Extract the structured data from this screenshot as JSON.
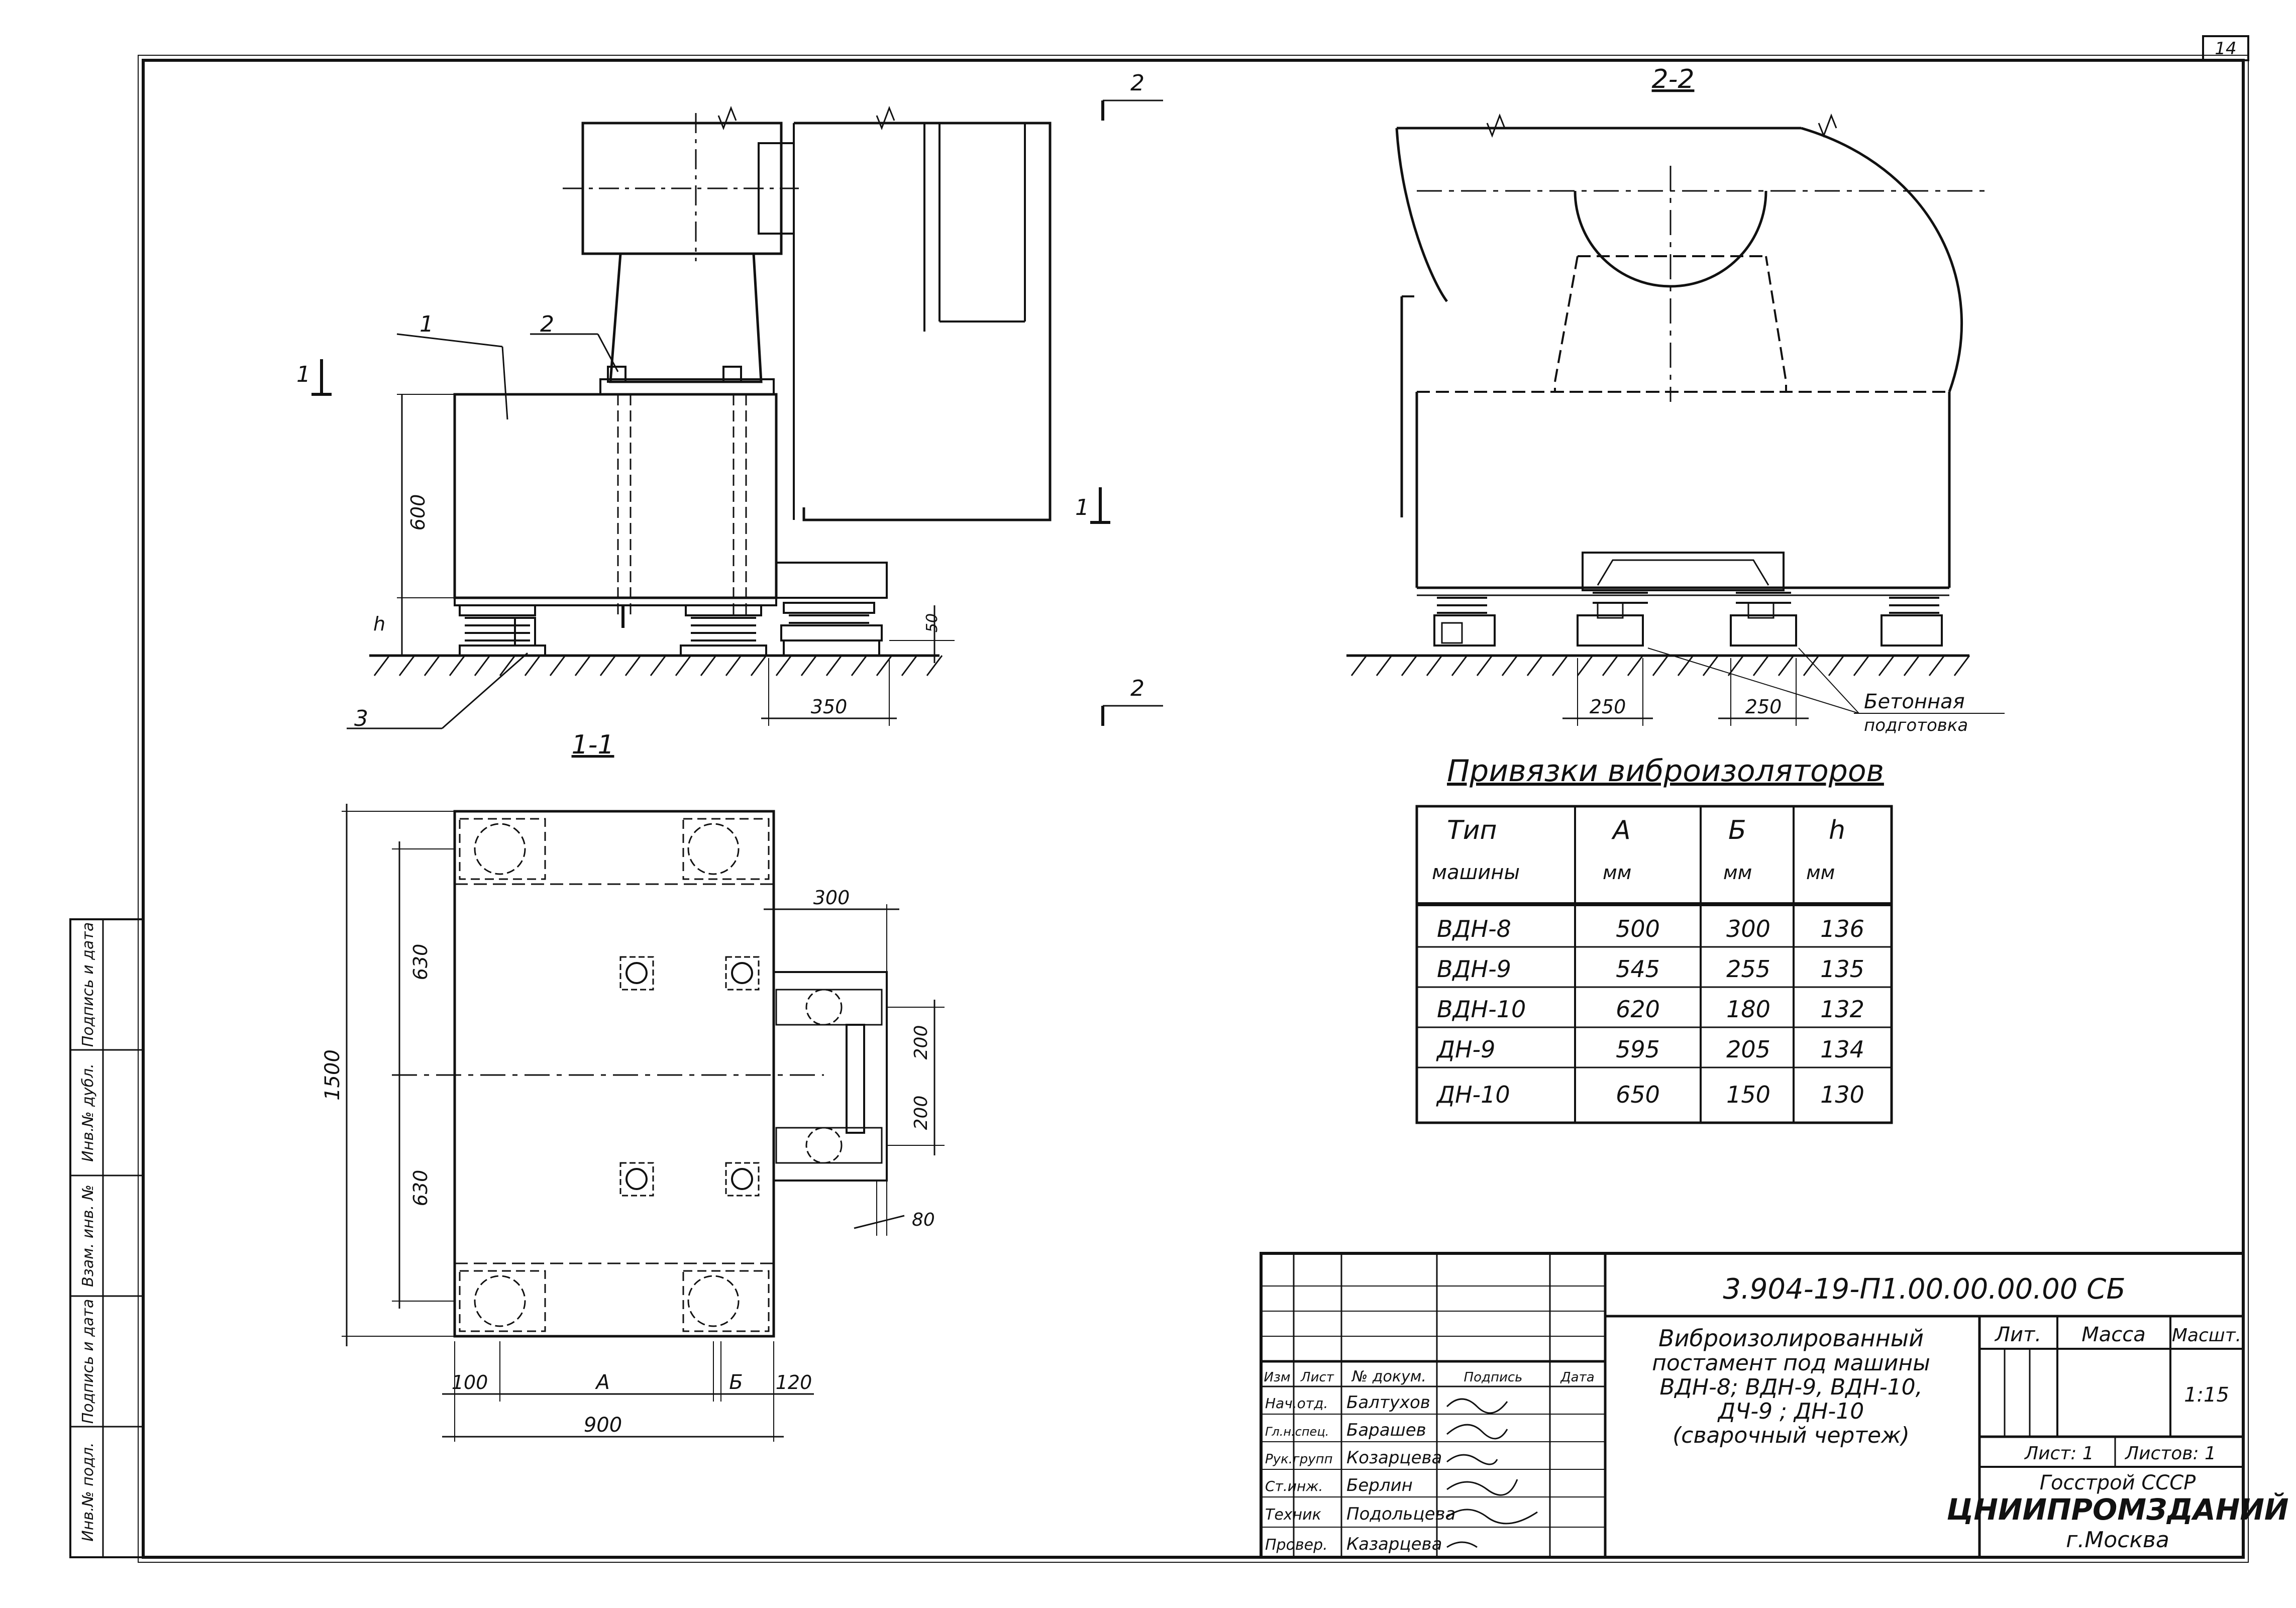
{
  "sheet": {
    "number": "14"
  },
  "views": {
    "side_view": {
      "title": "1-1",
      "callout_1": "1",
      "callout_2": "2",
      "callout_3": "3",
      "cut_mark_1": "1",
      "cut_mark_2_top": "2",
      "cut_mark_2_bottom": "2",
      "dim_height": "600",
      "dim_h": "h",
      "dim_350": "350",
      "dim_50": "50"
    },
    "section_view": {
      "title": "2-2",
      "cut_mark": "1",
      "dim_250_left": "250",
      "dim_250_right": "250",
      "concrete_line1": "Бетонная",
      "concrete_line2": "подготовка"
    },
    "plan_view": {
      "dim_300": "300",
      "dim_630_top": "630",
      "dim_1500": "1500",
      "dim_630_bottom": "630",
      "dim_200_top": "200",
      "dim_200_bottom": "200",
      "dim_80": "80",
      "dim_100": "100",
      "dim_A": "А",
      "dim_B": "Б",
      "dim_120": "120",
      "dim_900": "900"
    }
  },
  "table": {
    "title": "Привязки виброизоляторов",
    "headers": [
      {
        "line1": "Тип",
        "line2": "машины"
      },
      {
        "line1": "А",
        "line2": "мм"
      },
      {
        "line1": "Б",
        "line2": "мм"
      },
      {
        "line1": "h",
        "line2": "мм"
      }
    ],
    "rows": [
      [
        "ВДН-8",
        "500",
        "300",
        "136"
      ],
      [
        "ВДН-9",
        "545",
        "255",
        "135"
      ],
      [
        "ВДН-10",
        "620",
        "180",
        "132"
      ],
      [
        "ДН-9",
        "595",
        "205",
        "134"
      ],
      [
        "ДН-10",
        "650",
        "150",
        "130"
      ]
    ]
  },
  "title_block": {
    "doc_code": "3.904-19-П1.00.00.00.00 СБ",
    "description": [
      "Виброизолированный",
      "постамент под машины",
      "ВДН-8; ВДН-9, ВДН-10,",
      "ДЧ-9 ; ДН-10",
      "(сварочный чертеж)"
    ],
    "col_headers": [
      "Изм",
      "Лист",
      "№ докум.",
      "Подпись",
      "Дата"
    ],
    "staff": [
      {
        "role": "Нач.отд.",
        "name": "Балтухов"
      },
      {
        "role": "Гл.н.спец.",
        "name": "Барашев"
      },
      {
        "role": "Рук.групп",
        "name": "Козарцева"
      },
      {
        "role": "Ст.инж.",
        "name": "Берлин"
      },
      {
        "role": "Техник",
        "name": "Подольцева"
      },
      {
        "role": "Провер.",
        "name": "Казарцева"
      }
    ],
    "lit_label": "Лит.",
    "mass_label": "Масса",
    "scale_label": "Масшт.",
    "scale_value": "1:15",
    "sheet_label": "Лист: 1",
    "sheets_label": "Листов: 1",
    "org_line1": "Госстрой СССР",
    "org_line2": "ЦНИИПРОМЗДАНИЙ",
    "org_line3": "г.Москва"
  },
  "side_stamp": [
    "Инв.№ подл.",
    "Подпись и дата",
    "Взам. инв. №",
    "Инв.№ дубл.",
    "Подпись и дата"
  ]
}
